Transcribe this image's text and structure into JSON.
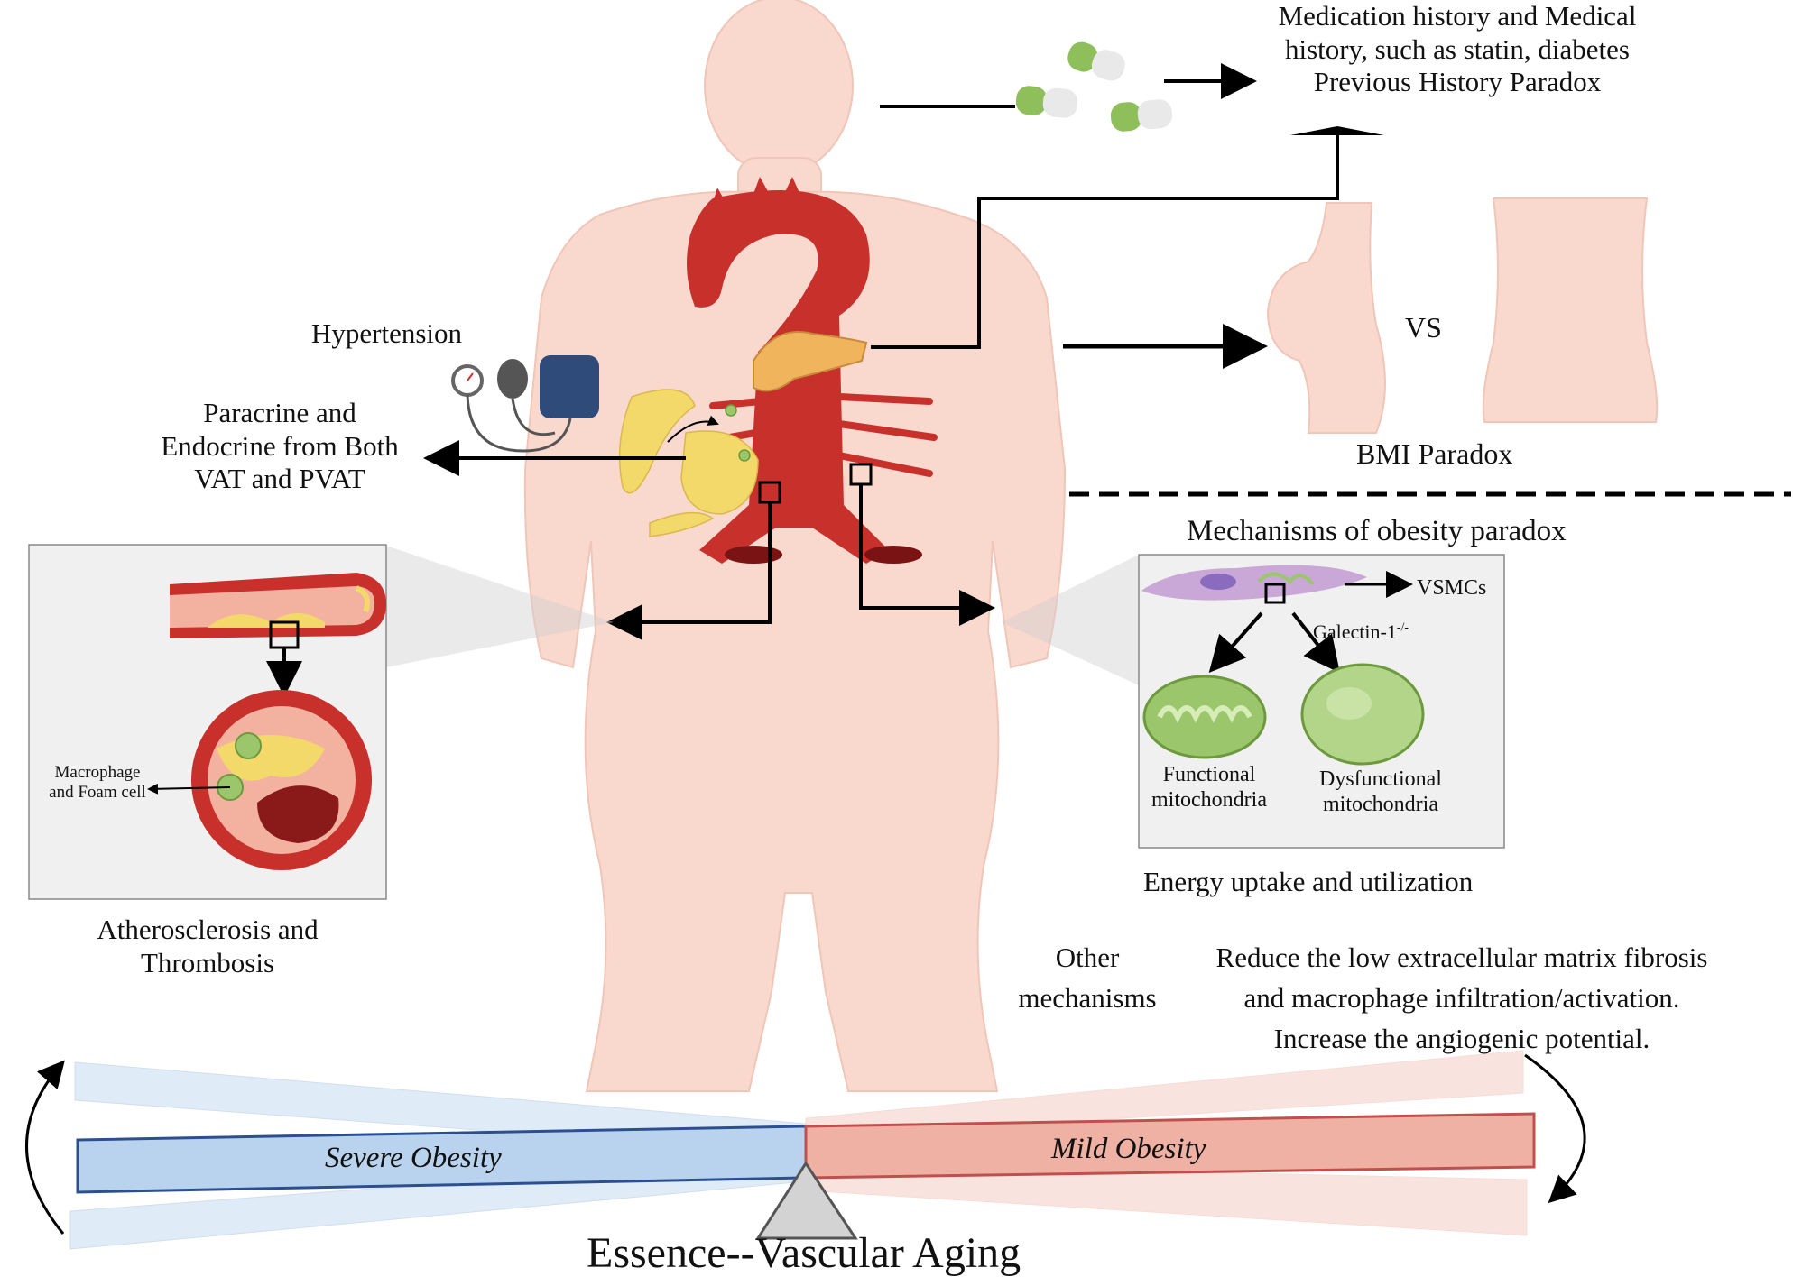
{
  "top_right": {
    "line1": "Medication history and Medical",
    "line2": "history, such as statin, diabetes",
    "line3": "Previous History Paradox"
  },
  "bmi": {
    "vs": "VS",
    "label": "BMI Paradox"
  },
  "hypertension": "Hypertension",
  "paracrine": {
    "line1": "Paracrine and",
    "line2": "Endocrine from Both",
    "line3": "VAT and PVAT"
  },
  "mechanisms": {
    "title": "Mechanisms of obesity paradox",
    "vsmcs": "VSMCs",
    "galectin": "Galectin-1",
    "galectin_sup": "-/-",
    "functional": {
      "line1": "Functional",
      "line2": "mitochondria"
    },
    "dysfunctional": {
      "line1": "Dysfunctional",
      "line2": "mitochondria"
    },
    "energy": "Energy uptake and utilization"
  },
  "athero": {
    "macrophage": {
      "line1": "Macrophage",
      "line2": "and Foam cell"
    },
    "caption": {
      "line1": "Atherosclerosis and",
      "line2": "Thrombosis"
    }
  },
  "other": {
    "label": {
      "line1": "Other",
      "line2": "mechanisms"
    },
    "line1": "Reduce the low extracellular matrix fibrosis",
    "line2": "and macrophage infiltration/activation.",
    "line3": "Increase the angiogenic potential."
  },
  "balance": {
    "severe": "Severe Obesity",
    "mild": "Mild Obesity",
    "essence": "Essence--Vascular Aging"
  },
  "colors": {
    "skin": "#f9d8cd",
    "artery": "#c8302c",
    "fat": "#f3d86a",
    "severe_blue": "#b9d3ef",
    "mild_red": "#eeb1a4",
    "mito_green": "#9cc66c",
    "vsmc_purple": "#c9a8d8"
  }
}
